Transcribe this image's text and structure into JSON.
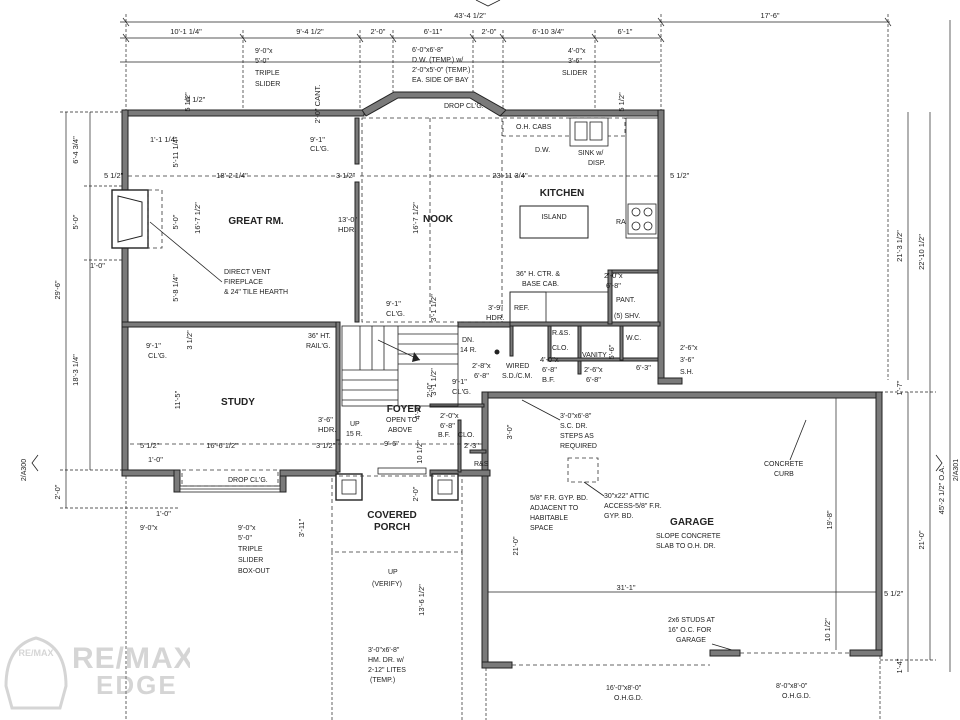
{
  "rooms": {
    "great_rm": "GREAT RM.",
    "nook": "NOOK",
    "kitchen": "KITCHEN",
    "study": "STUDY",
    "foyer": "FOYER",
    "covered_porch_1": "COVERED",
    "covered_porch_2": "PORCH",
    "garage": "GARAGE"
  },
  "fixtures": {
    "island": "ISLAND",
    "oh_cabs": "O.H. CABS",
    "dw": "D.W.",
    "sink_1": "SINK w/",
    "sink_2": "DISP.",
    "ra": "RA",
    "ref": "REF.",
    "pant": "PANT.",
    "shv": "(5) SHV.",
    "wc": "W.C.",
    "vanity": "VANITY",
    "rs": "R.&S.",
    "clo": "CLO.",
    "clo2": "CLO.",
    "bf": "B.F.",
    "rs2": "R&S"
  },
  "top_dims": {
    "overall": "43'-4 1/2\"",
    "right": "17'-6\"",
    "d1": "10'-1 1/4\"",
    "d2": "9'-4 1/2\"",
    "d3": "2'-0\"",
    "d4": "6'-11\"",
    "d5": "2'-0\"",
    "d6": "6'-10 3/4\"",
    "d7": "6'-1\""
  },
  "window_notes": {
    "triple_slider_1": "9'-0\"x",
    "triple_slider_2": "5'-0\"",
    "triple_slider_3": "TRIPLE",
    "triple_slider_4": "SLIDER",
    "bay_1": "6'-0\"x6'-8\"",
    "bay_2": "D.W. (TEMP.) w/",
    "bay_3": "2'-0\"x5'-0\" (TEMP.)",
    "bay_4": "EA. SIDE OF BAY",
    "kit_slider_1": "4'-0\"x",
    "kit_slider_2": "3'-6\"",
    "kit_slider_3": "SLIDER",
    "study_win_1": "9'-0\"x",
    "study_win_2": "5'-0\"",
    "study_win_3": "TRIPLE",
    "study_win_4": "SLIDER",
    "study_win_5": "BOX-OUT",
    "sh_1": "2'-6\"x",
    "sh_2": "3'-6\"",
    "sh_3": "S.H."
  },
  "plan_dims": {
    "a": "5 1/2\"",
    "b": "5 1/2\"",
    "c": "18'-2 1/4\"",
    "d": "3 1/2\"",
    "e": "23'-11 3/4\"",
    "f": "5 1/2\"",
    "g": "9'-1\"",
    "h": "CL'G.",
    "i": "13'-0\"",
    "j": "HDR.",
    "k": "16'-7 1/2\"",
    "l": "5'-11 1/4\"",
    "m": "1'-1 1/4\"",
    "n": "5'-0\"",
    "o": "16'-7 1/2\"",
    "p": "5'-8 1/4\"",
    "q": "9'-1\"",
    "r": "CL'G.",
    "s": "3'-9\"",
    "t": "HDR.",
    "u": "3'-1 1/2\"",
    "v": "9'-1\"",
    "w": "CL'G.",
    "x": "3 1/2\"",
    "y": "11'-5\"",
    "z": "16'-6 1/2\"",
    "aa": "3 1/2\"",
    "ab": "5 1/2\"",
    "ac": "3'-6\"",
    "ad": "HDR.",
    "ae": "9'-1\"",
    "af": "CL'G.",
    "ag": "2'-8\"x",
    "ah": "6'-8\"",
    "ai": "4'-0\"x",
    "aj": "6'-8\"",
    "ak": "B.F.",
    "al": "2'-6\"x",
    "am": "6'-8\"",
    "an": "2'-0\"x",
    "ao": "6'-8\"",
    "ap": "2'-3\"",
    "aq": "9'-6\"",
    "ar": "3'-0\"",
    "as": "21'-0\"",
    "at": "19'-8\"",
    "au": "31'-1\"",
    "av": "5 1/2\"",
    "aw": "10 1/2\"",
    "ax": "3'-1 1/2\"",
    "ay": "10 1/2\"",
    "az": "2'-0\"",
    "ba": "1'-0\"",
    "bb": "3'-11\"",
    "bc": "2'-0\"",
    "bd": "13'-6 1/2\"",
    "be": "4'-0\"",
    "bf": "5'-6\"",
    "bg": "6'-3\"",
    "bh": "2'-0\"x",
    "bi": "6'-8\"",
    "bj": "1'-0\"",
    "bk": "5 1/2\"",
    "bl": "5 1/2\""
  },
  "side_dims": {
    "left_1": "6'-4 3/4\"",
    "left_2": "5'-0\"",
    "left_3": "29'-6\"",
    "left_4": "18'-3 1/4\"",
    "left_5": "2'-0\"",
    "left_6": "1'-0\"",
    "right_1": "21'-3 1/2\"",
    "right_2": "22'-10 1/2\"",
    "right_3": "1'-7\"",
    "right_4": "45'-2 1/2\" O.A.",
    "right_5": "21'-0\"",
    "right_6": "1'-4\"",
    "cant": "2'-0\" CANT."
  },
  "notes": {
    "drop_clg_top": "DROP CL'G.",
    "drop_clg_study": "DROP CL'G.",
    "fireplace_1": "DIRECT VENT",
    "fireplace_2": "FIREPLACE",
    "fireplace_3": "& 24\" TILE HEARTH",
    "counter_1": "36\" H. CTR. &",
    "counter_2": "BASE CAB.",
    "rail_1": "36\" HT.",
    "rail_2": "RAIL'G.",
    "dn_1": "DN.",
    "dn_2": "14 R.",
    "up_1": "UP",
    "up_2": "15 R.",
    "open_1": "OPEN TO",
    "open_2": "ABOVE",
    "sdcm_1": "WIRED",
    "sdcm_2": "S.D./C.M.",
    "scdr_1": "3'-0\"x6'-8\"",
    "scdr_2": "S.C. DR.",
    "scdr_3": "STEPS AS",
    "scdr_4": "REQUIRED",
    "gyp_1": "5/8\" F.R. GYP. BD.",
    "gyp_2": "ADJACENT TO",
    "gyp_3": "HABITABLE",
    "gyp_4": "SPACE",
    "attic_1": "30\"x22\" ATTIC",
    "attic_2": "ACCESS-5/8\" F.R.",
    "attic_3": "GYP. BD.",
    "curb_1": "CONCRETE",
    "curb_2": "CURB",
    "slope_1": "SLOPE CONCRETE",
    "slope_2": "SLAB TO O.H. DR.",
    "studs_1": "2x6 STUDS AT",
    "studs_2": "16\" O.C. FOR",
    "studs_3": "GARAGE",
    "porch_up_1": "UP",
    "porch_up_2": "(VERIFY)",
    "door_1": "3'-0\"x6'-8\"",
    "door_2": "HM. DR. w/",
    "door_3": "2-12\" LITES",
    "door_4": "(TEMP.)",
    "ohgd16_1": "16'-0\"x8'-0\"",
    "ohgd16_2": "O.H.G.D.",
    "ohgd8_1": "8'-0\"x8'-0\"",
    "ohgd8_2": "O.H.G.D."
  },
  "section_marks": {
    "left": "2/A300",
    "right": "2/A301"
  },
  "branding": {
    "mark": "RE/MAX",
    "name_1": "RE/MAX",
    "name_2": "EDGE"
  }
}
